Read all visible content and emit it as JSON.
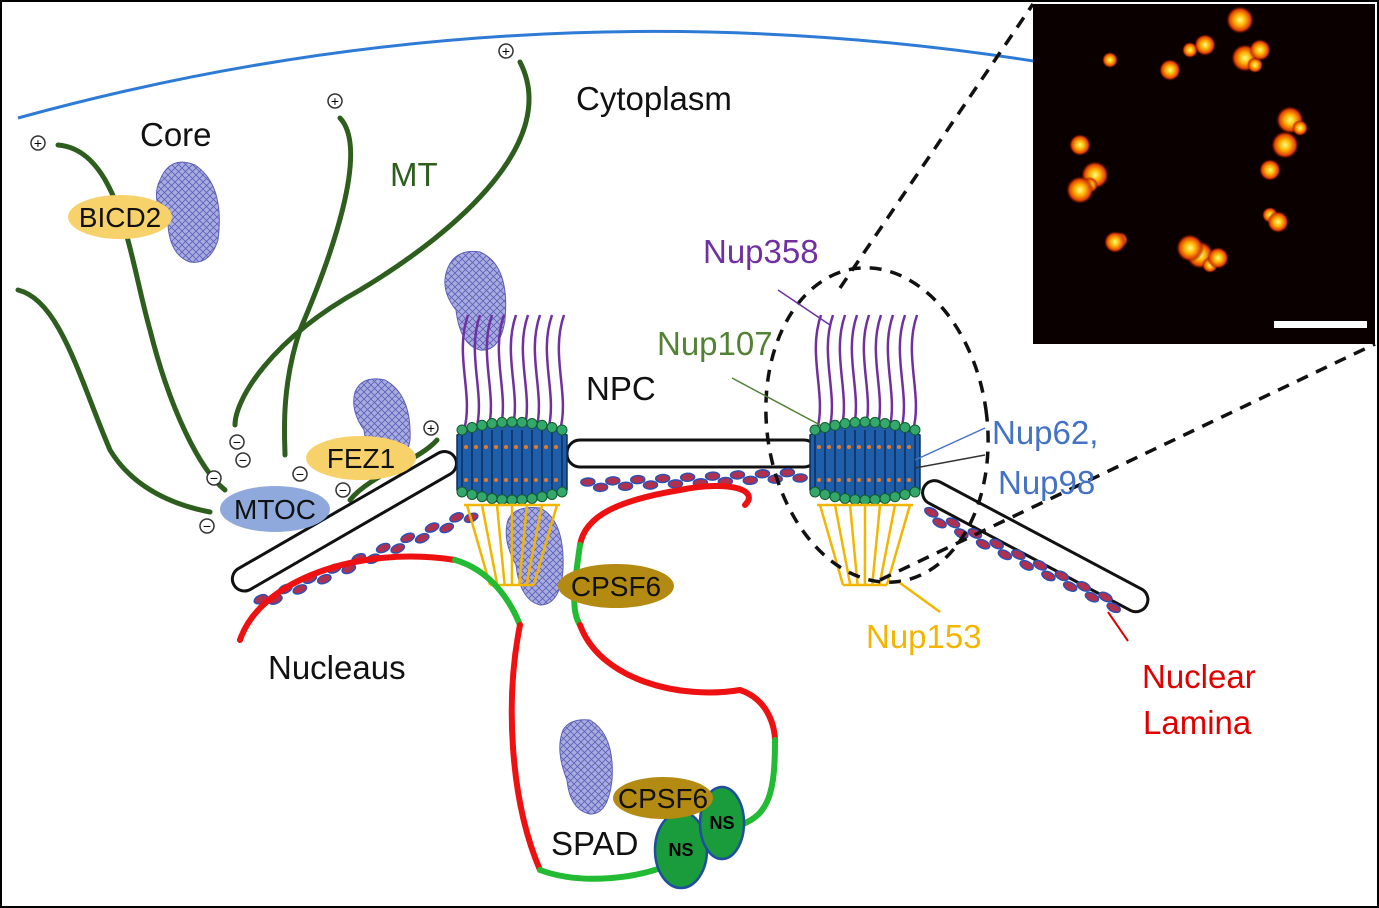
{
  "labels": {
    "cytoplasm": "Cytoplasm",
    "core": "Core",
    "mt": "MT",
    "npc": "NPC",
    "nucleaus": "Nucleaus",
    "spad": "SPAD",
    "nup358": "Nup358",
    "nup107": "Nup107",
    "nup62_line1": "Nup62,",
    "nup62_line2": "Nup98",
    "nup153": "Nup153",
    "lamina_line1": "Nuclear",
    "lamina_line2": "Lamina"
  },
  "pills": {
    "bicd2": "BICD2",
    "fez1": "FEZ1",
    "mtoc": "MTOC",
    "cpsf6_npc": "CPSF6",
    "cpsf6_spad": "CPSF6",
    "ns_1": "NS",
    "ns_2": "NS"
  },
  "symbols": {
    "plus": "+",
    "minus": "−"
  },
  "colors": {
    "microtubule": "#2e5e1e",
    "membrane_line": "#2e7bd6",
    "nup358": "#7030a0",
    "nup107": "#548235",
    "nup62": "#4472c4",
    "nup153": "#f2b600",
    "lamina_label": "#e00000",
    "chromatin_red": "#ee1111",
    "chromatin_green": "#22bb33",
    "pill_yellow": "#f7d26a",
    "pill_blue": "#8fa9dc",
    "pill_brown": "#b38b12",
    "ns_green": "#1a9b3c",
    "capsid": "#6f74c8",
    "npc_blue": "#1f5faa",
    "npc_green": "#34a86a",
    "inset_bg": "#0a0000",
    "inset_spot": "#ffb000"
  },
  "inset": {
    "description_spots": 24
  }
}
